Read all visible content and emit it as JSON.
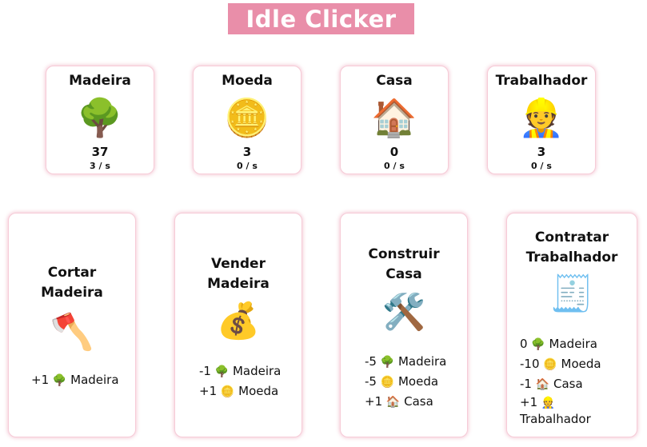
{
  "title": "Idle Clicker",
  "resources": [
    {
      "name": "Madeira",
      "icon": "🌳",
      "icon_name": "tree-icon",
      "count": "37",
      "rate": "3 / s"
    },
    {
      "name": "Moeda",
      "icon": "🪙",
      "icon_name": "coin-icon",
      "count": "3",
      "rate": "0 / s"
    },
    {
      "name": "Casa",
      "icon": "🏠",
      "icon_name": "house-icon",
      "count": "0",
      "rate": "0 / s"
    },
    {
      "name": "Trabalhador",
      "icon": "👷",
      "icon_name": "worker-icon",
      "count": "3",
      "rate": "0 / s"
    }
  ],
  "actions": [
    {
      "title_line1": "Cortar",
      "title_line2": "Madeira",
      "icon": "🪓",
      "icon_name": "axe-icon",
      "lines": [
        {
          "amount": "+1",
          "icon": "🌳",
          "label": "Madeira"
        }
      ]
    },
    {
      "title_line1": "Vender",
      "title_line2": "Madeira",
      "icon": "💰",
      "icon_name": "money-bag-icon",
      "lines": [
        {
          "amount": "-1",
          "icon": "🌳",
          "label": "Madeira"
        },
        {
          "amount": "+1",
          "icon": "🪙",
          "label": "Moeda"
        }
      ]
    },
    {
      "title_line1": "Construir",
      "title_line2": "Casa",
      "icon": "🛠️",
      "icon_name": "tools-icon",
      "lines": [
        {
          "amount": "-5",
          "icon": "🌳",
          "label": "Madeira"
        },
        {
          "amount": "-5",
          "icon": "🪙",
          "label": "Moeda"
        },
        {
          "amount": "+1",
          "icon": "🏠",
          "label": "Casa"
        }
      ]
    },
    {
      "title_line1": "Contratar",
      "title_line2": "Trabalhador",
      "icon": "🧾",
      "icon_name": "receipt-icon",
      "lines": [
        {
          "amount": "0",
          "icon": "🌳",
          "label": "Madeira"
        },
        {
          "amount": "-10",
          "icon": "🪙",
          "label": "Moeda"
        },
        {
          "amount": "-1",
          "icon": "🏠",
          "label": "Casa"
        },
        {
          "amount": "+1",
          "icon": "👷",
          "label": ""
        },
        {
          "amount": "",
          "icon": "",
          "label": "Trabalhador"
        }
      ]
    }
  ]
}
